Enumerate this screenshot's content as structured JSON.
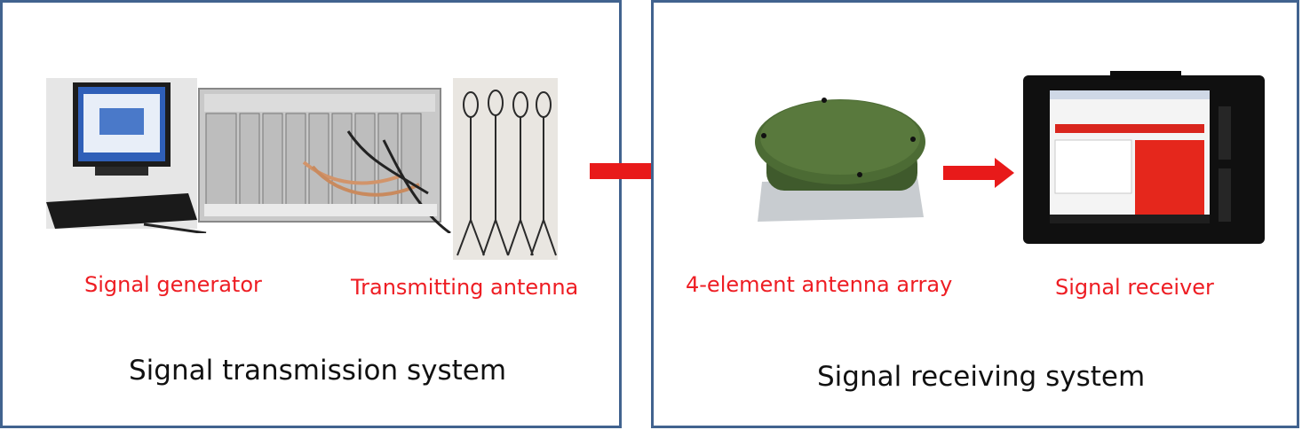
{
  "left_system": {
    "title": "Signal transmission system",
    "generator_label": "Signal  generator",
    "antenna_label": "Transmitting antenna"
  },
  "right_system": {
    "title": "Signal receiving system",
    "array_label": "4-element antenna array",
    "receiver_label": "Signal receiver"
  },
  "colors": {
    "frame": "#41638f",
    "label": "#ee1d23",
    "arrow": "#e81a1a",
    "title": "#111111"
  }
}
